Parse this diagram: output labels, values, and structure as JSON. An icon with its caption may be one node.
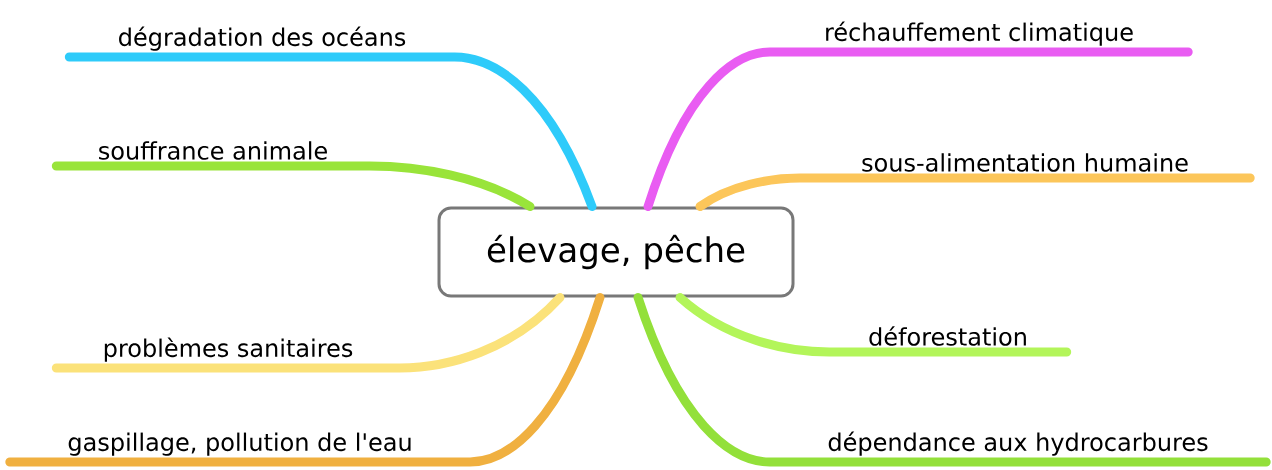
{
  "diagram": {
    "nodes": [
      {
        "text": [
          "élevage, pêche"
        ]
      },
      {
        "text": [
          "dégradation des océans"
        ]
      },
      {
        "text": [
          "souffrance animale"
        ]
      },
      {
        "text": [
          "problèmes sanitaires"
        ]
      },
      {
        "text": [
          "gaspillage, pollution de l'eau"
        ]
      },
      {
        "text": [
          "réchauffement climatique"
        ]
      },
      {
        "text": [
          "sous-alimentation humaine"
        ]
      },
      {
        "text": [
          "déforestation"
        ]
      },
      {
        "text": [
          "dépendance aux hydrocarbures"
        ]
      }
    ],
    "edges": [
      {
        "from": 0,
        "to": 1,
        "arrow": "none",
        "color": "#2ecbfa"
      },
      {
        "from": 0,
        "to": 2,
        "arrow": "none",
        "color": "#99e43a"
      },
      {
        "from": 0,
        "to": 3,
        "arrow": "none",
        "color": "#fbe27a"
      },
      {
        "from": 0,
        "to": 4,
        "arrow": "none",
        "color": "#f0b040"
      },
      {
        "from": 0,
        "to": 5,
        "arrow": "none",
        "color": "#e95cf2"
      },
      {
        "from": 0,
        "to": 6,
        "arrow": "none",
        "color": "#fcc65a"
      },
      {
        "from": 0,
        "to": 7,
        "arrow": "none",
        "color": "#b3f55a"
      },
      {
        "from": 0,
        "to": 8,
        "arrow": "none",
        "color": "#93e03a"
      }
    ]
  }
}
